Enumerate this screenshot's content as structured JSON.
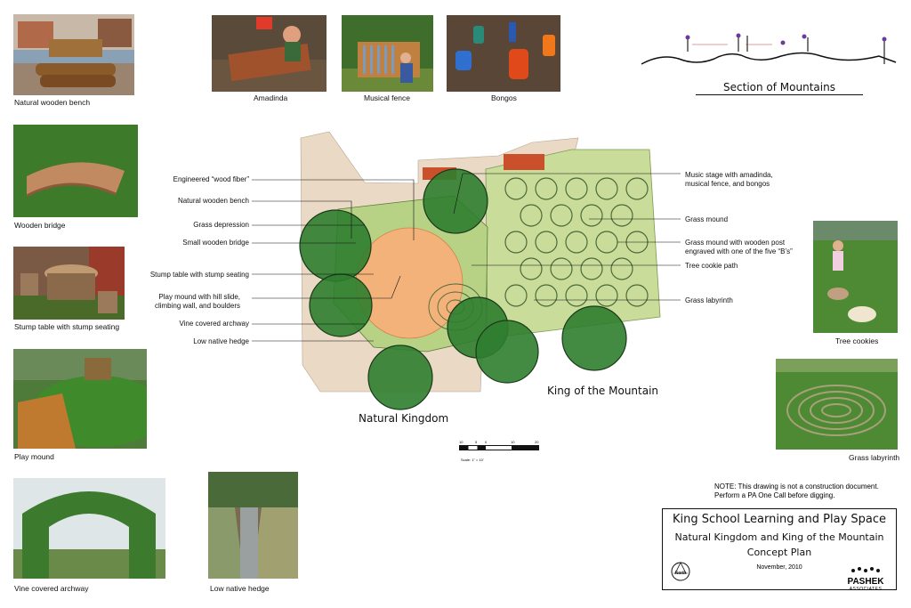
{
  "photos": {
    "bench": "Natural wooden bench",
    "amadinda": "Amadinda",
    "fence": "Musical fence",
    "bongos": "Bongos",
    "bridge": "Wooden bridge",
    "stump": "Stump table with stump seating",
    "mound": "Play mound",
    "archway": "Vine covered archway",
    "hedge": "Low native hedge",
    "cookies": "Tree cookies",
    "labyrinth": "Grass labyrinth"
  },
  "section": {
    "title": "Section of Mountains"
  },
  "labels_left": [
    "Engineered “wood fiber”",
    "Natural wooden bench",
    "Grass depression",
    "Small wooden bridge",
    "Stump table with stump seating",
    "Play mound with hill slide, climbing wall, and boulders",
    "Vine covered archway",
    "Low native hedge"
  ],
  "labels_right": [
    "Music stage with amadinda, musical fence, and bongos",
    "Grass mound",
    "Grass mound with wooden post engraved with one of the five “B’s”",
    "Tree cookie path",
    "Grass labyrinth"
  ],
  "zones": {
    "natural": "Natural Kingdom",
    "mountain": "King of the Mountain"
  },
  "scale": {
    "ticks": [
      "10",
      "5",
      "0",
      "10",
      "20"
    ],
    "label": "Scale: 1\" = 10'"
  },
  "note": [
    "NOTE:  This drawing is not a construction document.",
    "Perform a PA One Call before digging."
  ],
  "title_block": {
    "title": "King School Learning and Play Space",
    "subtitle": "Natural Kingdom and King of the Mountain",
    "subtitle2": "Concept Plan",
    "date": "November, 2010",
    "north": "North",
    "firm": "PASHEK",
    "firm_sub": "ASSOCIATES"
  },
  "colors": {
    "tree": "#2f7d2f",
    "grass": "#c9dc9a",
    "mulch": "#f3b27a",
    "sand": "#ead9c4"
  }
}
